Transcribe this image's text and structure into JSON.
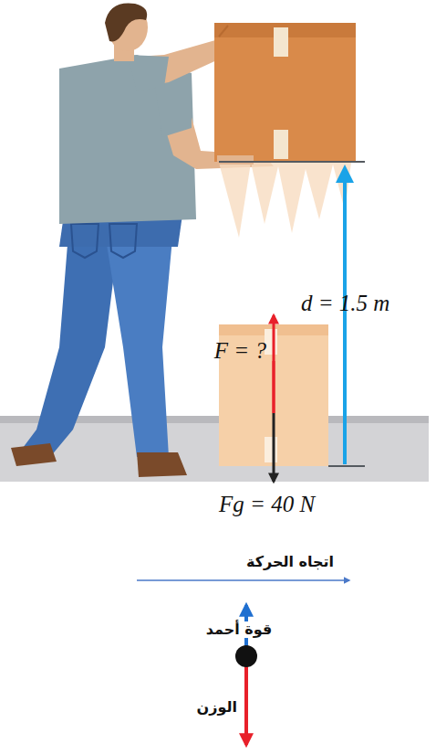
{
  "diagram": {
    "labels": [
      "d = 1.5 m",
      "F = ?",
      "Fg = 40 N",
      "اتجاه الحركة",
      "قوة أحمد",
      "الوزن"
    ]
  }
}
